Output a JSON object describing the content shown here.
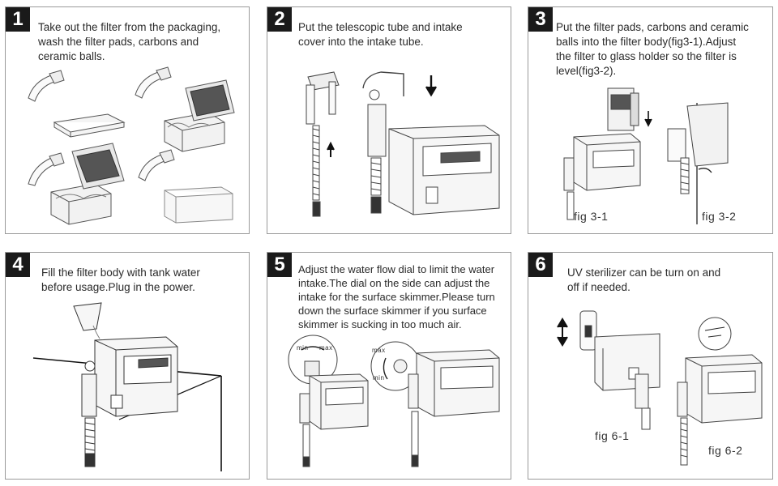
{
  "steps": [
    {
      "number": "1",
      "text": "Take out the filter from the packaging,\nwash the filter pads, carbons and\nceramic balls."
    },
    {
      "number": "2",
      "text": "Put the telescopic tube and intake\ncover into the intake tube."
    },
    {
      "number": "3",
      "text": "Put the filter pads, carbons and ceramic\nballs into the filter body(fig3-1).Adjust\nthe filter to glass holder so the filter is\nlevel(fig3-2)."
    },
    {
      "number": "4",
      "text": "Fill the filter body with tank water\nbefore usage.Plug in the power."
    },
    {
      "number": "5",
      "text": "Adjust the water flow dial to limit the water\nintake.The dial on the side can adjust the\nintake for the surface skimmer.Please turn\ndown the surface skimmer if you surface\nskimmer is sucking in too much air."
    },
    {
      "number": "6",
      "text": "UV sterilizer can be turn on and\noff if needed."
    }
  ],
  "figures": {
    "fig3_1": "fig 3-1",
    "fig3_2": "fig 3-2",
    "fig6_1": "fig 6-1",
    "fig6_2": "fig 6-2"
  },
  "dial_labels": {
    "min": "min",
    "max": "max"
  }
}
